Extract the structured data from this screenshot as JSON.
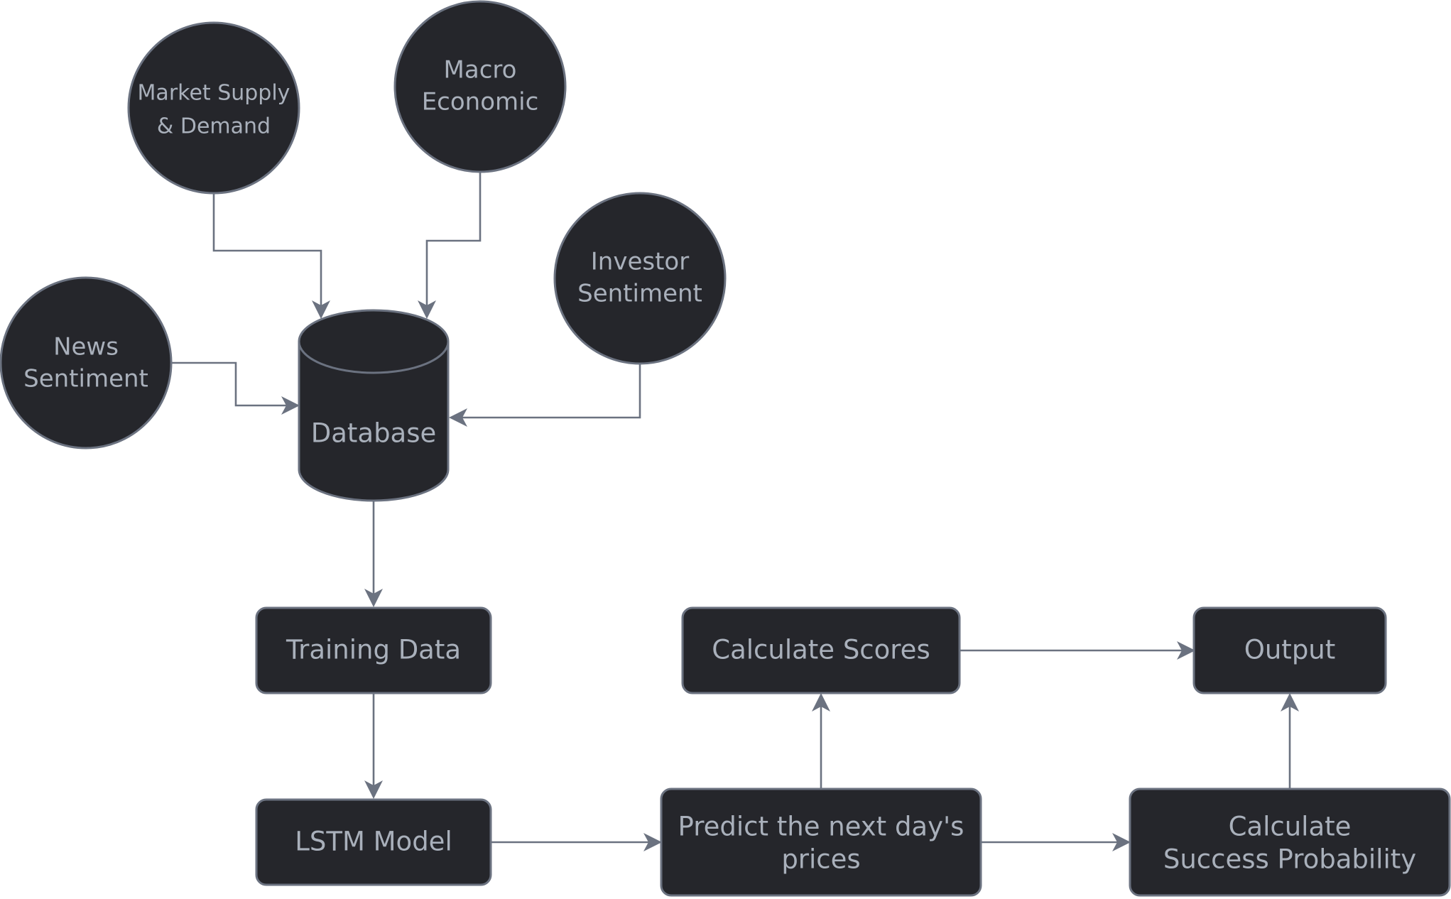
{
  "nodes": {
    "market_supply_demand": {
      "line1": "Market Supply",
      "line2": "& Demand"
    },
    "macro_economic": {
      "line1": "Macro",
      "line2": "Economic"
    },
    "investor_sentiment": {
      "line1": "Investor",
      "line2": "Sentiment"
    },
    "news_sentiment": {
      "line1": "News",
      "line2": "Sentiment"
    },
    "database": {
      "label": "Database"
    },
    "training_data": {
      "label": "Training Data"
    },
    "lstm_model": {
      "label": "LSTM Model"
    },
    "predict_prices": {
      "line1": "Predict the next day's",
      "line2": "prices"
    },
    "calculate_scores": {
      "label": "Calculate Scores"
    },
    "calculate_success_probability": {
      "line1": "Calculate",
      "line2": "Success Probability"
    },
    "output": {
      "label": "Output"
    }
  },
  "colors": {
    "node_fill": "#25262b",
    "node_stroke": "#6b7280",
    "text": "#a9b0bb",
    "edge": "#6b7280",
    "background": "#ffffff"
  }
}
